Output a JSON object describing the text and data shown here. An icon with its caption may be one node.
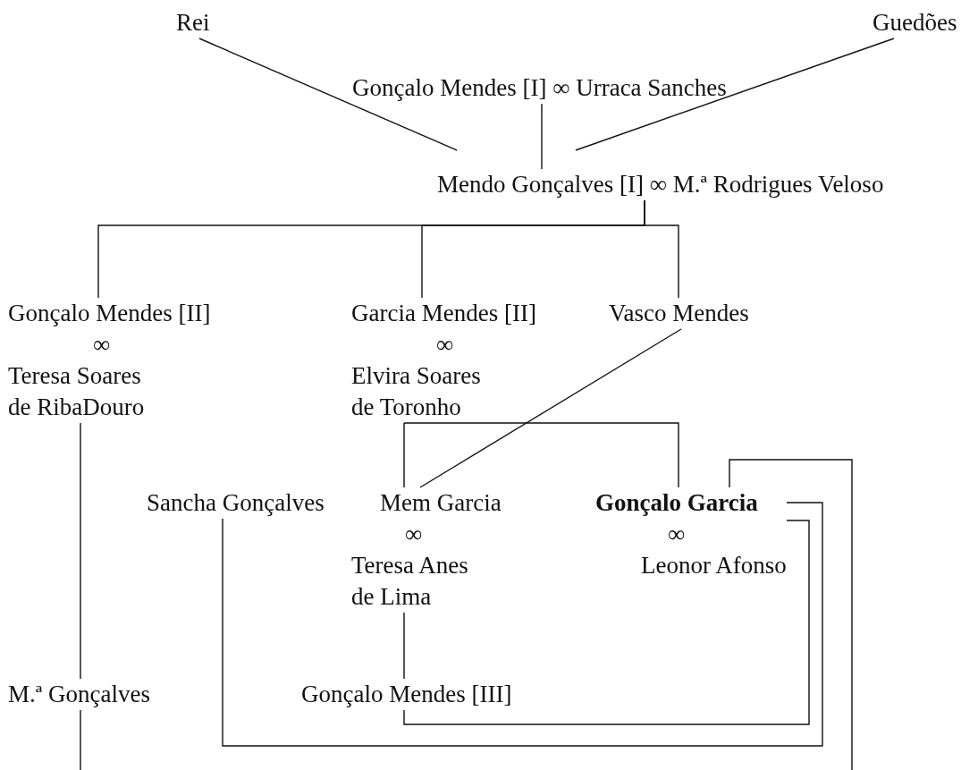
{
  "diagram": {
    "nodes": [
      {
        "text": [
          "Rei"
        ]
      },
      {
        "text": [
          "Guedões"
        ]
      },
      {
        "text": [
          "Gonçalo Mendes [I] ∞ Urraca Sanches"
        ]
      },
      {
        "text": [
          "Mendo Gonçalves [I] ∞ M.ª Rodrigues Veloso"
        ]
      },
      {
        "text": [
          "Gonçalo Mendes [II]",
          "∞",
          "Teresa Soares de RibaDouro"
        ]
      },
      {
        "text": [
          "Garcia Mendes [II]",
          "∞",
          "Elvira Soares de Toronho"
        ]
      },
      {
        "text": [
          "Vasco Mendes"
        ]
      },
      {
        "text": [
          "Sancha Gonçalves"
        ]
      },
      {
        "text": [
          "Mem Garcia",
          "∞",
          "Teresa Anes de Lima"
        ]
      },
      {
        "text": [
          "Gonçalo Garcia",
          "∞",
          "Leonor Afonso"
        ]
      },
      {
        "text": [
          "Gonçalo Mendes [III]"
        ]
      },
      {
        "text": [
          "M.ª Gonçalves"
        ]
      }
    ],
    "edges": [
      {
        "from": 0,
        "to": 3,
        "arrow": "none"
      },
      {
        "from": 1,
        "to": 3,
        "arrow": "none"
      },
      {
        "from": 2,
        "to": 3,
        "arrow": "none"
      },
      {
        "from": 3,
        "to": 4,
        "arrow": "none"
      },
      {
        "from": 3,
        "to": 5,
        "arrow": "none"
      },
      {
        "from": 3,
        "to": 6,
        "arrow": "none"
      },
      {
        "from": 6,
        "to": 8,
        "arrow": "none"
      },
      {
        "from": 5,
        "to": 8,
        "arrow": "none"
      },
      {
        "from": 5,
        "to": 9,
        "arrow": "none"
      },
      {
        "from": 4,
        "to": 11,
        "arrow": "none"
      },
      {
        "from": 11,
        "to": null,
        "arrow": "none"
      },
      {
        "from": 8,
        "to": 10,
        "arrow": "none"
      },
      {
        "from": 9,
        "to": null,
        "arrow": "none"
      },
      {
        "from": 9,
        "to": 7,
        "arrow": "none"
      },
      {
        "from": 9,
        "to": 10,
        "arrow": "none"
      }
    ]
  }
}
